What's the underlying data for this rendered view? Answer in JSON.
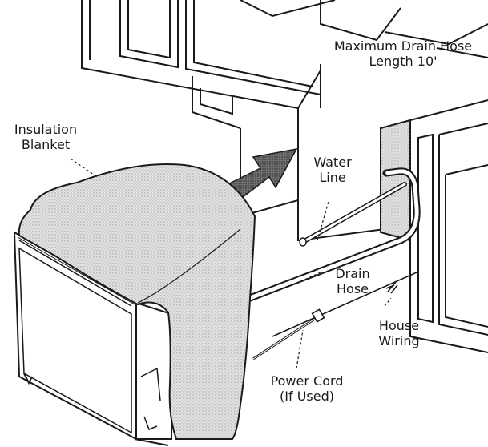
{
  "diagram": {
    "labels": {
      "max_drain_line1": "Maximum Drain Hose",
      "max_drain_line2": "Length 10'",
      "insulation_line1": "Insulation",
      "insulation_line2": "Blanket",
      "water_line1": "Water",
      "water_line2": "Line",
      "drain_line1": "Drain",
      "drain_line2": "Hose",
      "house_line1": "House",
      "house_line2": "Wiring",
      "power_line1": "Power Cord",
      "power_line2": "(If Used)"
    },
    "colors": {
      "line": "#1a1a1a",
      "blanket": "#d6d6d6",
      "arrow": "#555555",
      "background": "#ffffff"
    }
  }
}
